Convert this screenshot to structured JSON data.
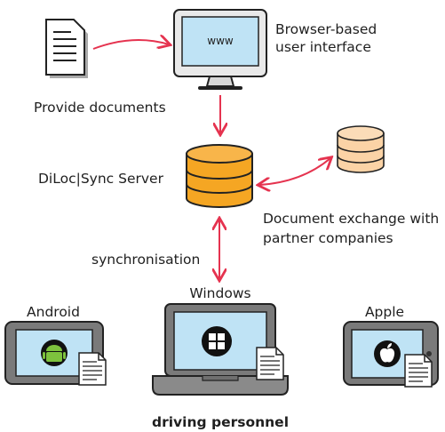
{
  "labels": {
    "browser": [
      "Browser-based",
      "user interface"
    ],
    "provide_documents": "Provide documents",
    "server": "DiLoc|Sync Server",
    "exchange": [
      "Document exchange with",
      "partner companies"
    ],
    "synchronisation": "synchronisation",
    "android": "Android",
    "windows": "Windows",
    "apple": "Apple",
    "footer": "driving personnel",
    "screen_text": "www"
  },
  "icons": {
    "document": "document-icon",
    "monitor": "monitor-icon",
    "server_db": "database-icon",
    "partner_db": "database-icon",
    "android": "android-icon",
    "windows": "windows-icon",
    "apple": "apple-icon"
  },
  "colors": {
    "arrow": "#e5334f",
    "screen": "#bfe3f5",
    "device_frame": "#777777",
    "db_orange": "#f5a623",
    "db_light": "#fbd3a6"
  }
}
